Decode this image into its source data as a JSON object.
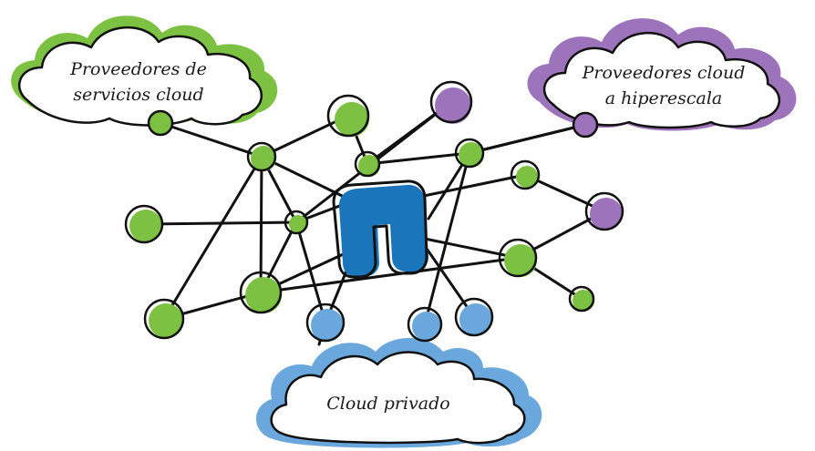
{
  "colors": {
    "green": "#7cc142",
    "purple": "#9d74bb",
    "blue": "#6aa7dc",
    "hub": "#1a75bb",
    "line": "#111111",
    "background": "#ffffff"
  },
  "clouds": {
    "service_providers": {
      "label_line1": "Proveedores de",
      "label_line2": "servicios cloud",
      "color": "green"
    },
    "hyperscale": {
      "label_line1": "Proveedores cloud",
      "label_line2": "a hiperescala",
      "color": "purple"
    },
    "private": {
      "label_line1": "Cloud privado",
      "color": "blue"
    }
  },
  "hub": {
    "icon": "nextcloud-n-logo-icon"
  }
}
